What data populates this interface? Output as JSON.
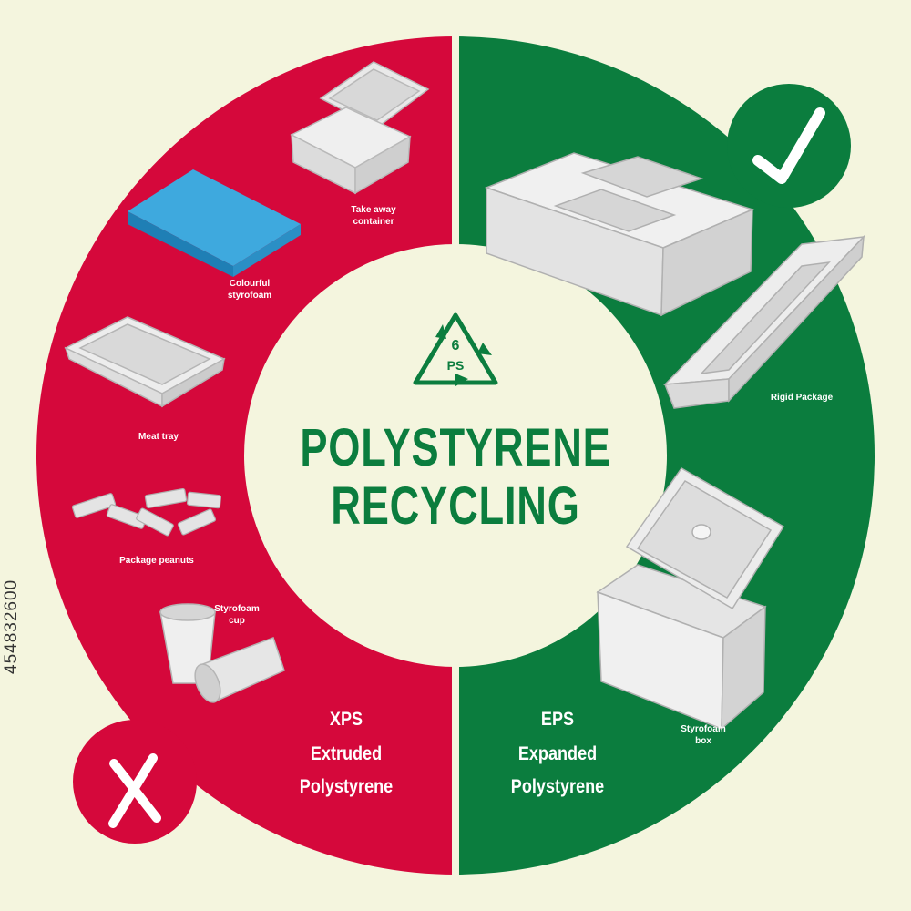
{
  "title": {
    "line1": "POLYSTYRENE",
    "line2": "RECYCLING"
  },
  "recycling_code": {
    "number": "6",
    "abbr": "PS"
  },
  "colors": {
    "red": "#d5083b",
    "green": "#0b7d3e",
    "background": "#f4f5de",
    "white": "#ffffff"
  },
  "left_side": {
    "type": "XPS",
    "name_line1": "Extruded",
    "name_line2": "Polystyrene",
    "badge_icon": "cross-icon",
    "items": [
      {
        "label": "Take away\ncontainer"
      },
      {
        "label": "Colourful\nstyrofoam"
      },
      {
        "label": "Meat tray"
      },
      {
        "label": "Package peanuts"
      },
      {
        "label": "Styrofoam\ncup"
      }
    ]
  },
  "right_side": {
    "type": "EPS",
    "name_line1": "Expanded",
    "name_line2": "Polystyrene",
    "badge_icon": "checkmark-icon",
    "items": [
      {
        "label": "Rigid Package"
      },
      {
        "label": "Styrofoam\nbox"
      }
    ]
  },
  "watermark_id": "454832600"
}
